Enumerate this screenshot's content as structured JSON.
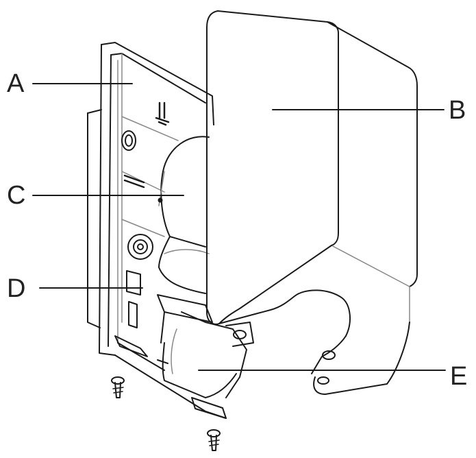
{
  "labels": {
    "a": "A",
    "b": "B",
    "c": "C",
    "d": "D",
    "e": "E"
  },
  "colors": {
    "line": "#1a1a1a",
    "light_line": "#888888",
    "background": "#ffffff"
  }
}
